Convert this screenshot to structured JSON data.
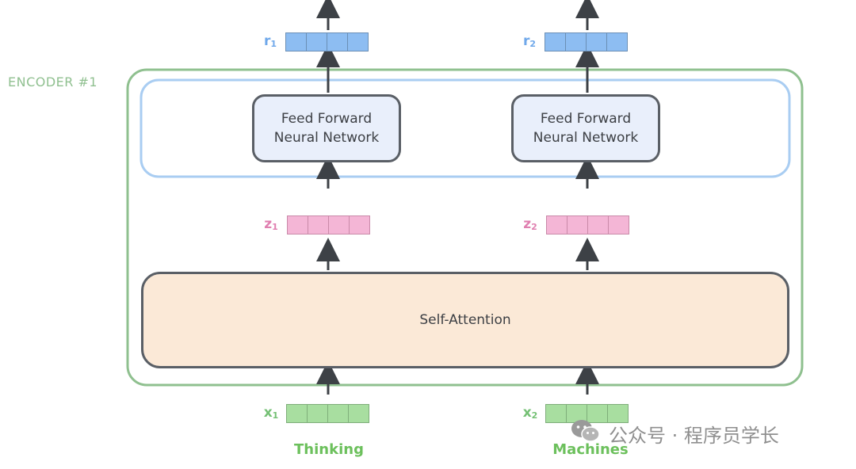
{
  "encoder_label": "ENCODER #1",
  "ffn_boxes": [
    {
      "line1": "Feed Forward",
      "line2": "Neural Network"
    },
    {
      "line1": "Feed Forward",
      "line2": "Neural Network"
    }
  ],
  "self_attention_label": "Self-Attention",
  "outputs": [
    {
      "letter": "r",
      "index": "1"
    },
    {
      "letter": "r",
      "index": "2"
    }
  ],
  "intermediates": [
    {
      "letter": "z",
      "index": "1"
    },
    {
      "letter": "z",
      "index": "2"
    }
  ],
  "inputs": [
    {
      "letter": "x",
      "index": "1",
      "word": "Thinking"
    },
    {
      "letter": "x",
      "index": "2",
      "word": "Machines"
    }
  ],
  "watermark": {
    "text": "公众号 · 程序员学长",
    "icon": "wechat-icon"
  },
  "colors": {
    "encoder_border": "#8fc08f",
    "ffn_layer_border": "#a9cdf2",
    "output_vector": "#8dbdf2",
    "intermediate_vector": "#f4b6d6",
    "input_vector": "#a8dea0",
    "self_attention_fill": "#fbe9d7",
    "ffn_fill": "#e9effb"
  }
}
